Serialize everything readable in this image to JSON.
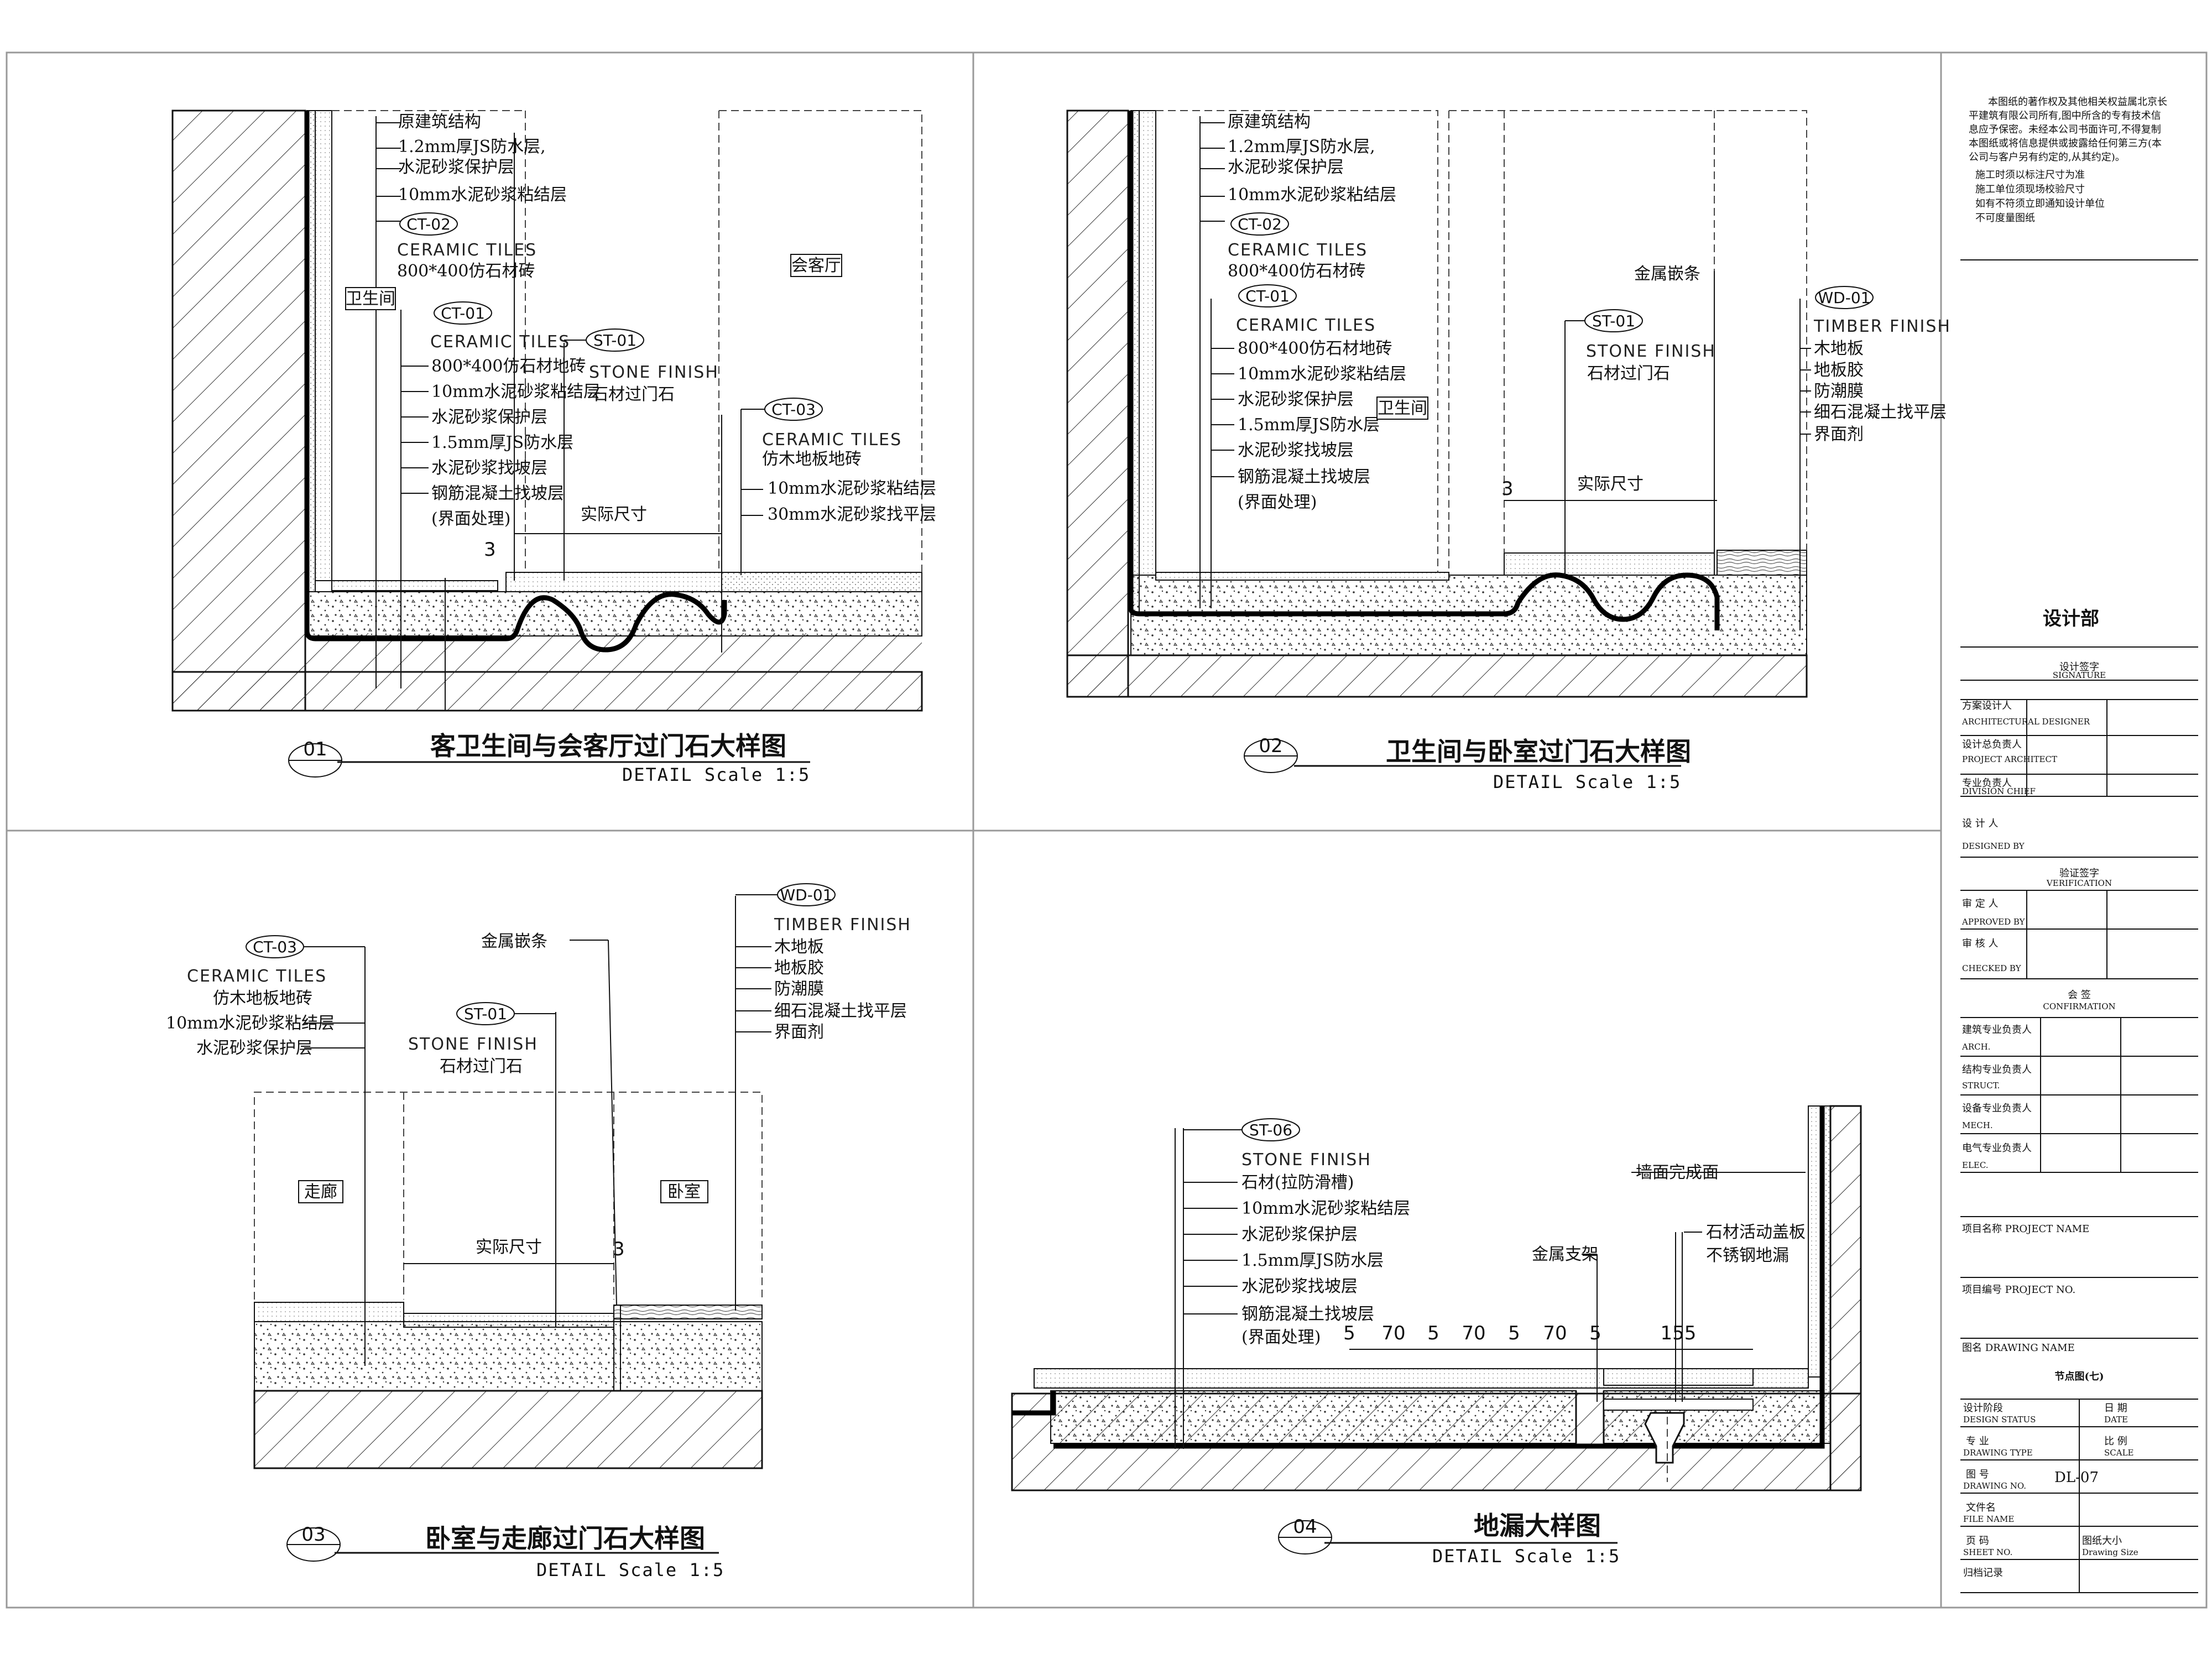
{
  "details": [
    {
      "id": "01",
      "title": "客卫生间与会客厅过门石大样图",
      "subtitle": "DETAIL   Scale 1:5",
      "rooms": [
        "卫生间",
        "会客厅"
      ],
      "leaders_wall": [
        "原建筑结构",
        "1.2mm厚JS防水层,",
        "水泥砂浆保护层",
        "10mm水泥砂浆粘结层"
      ],
      "ct02": {
        "tag": "CT-02",
        "en": "CERAMIC TILES",
        "cn": "800*400仿石材砖"
      },
      "ct01": {
        "tag": "CT-01",
        "en": "CERAMIC TILES",
        "items": [
          "800*400仿石材地砖",
          "10mm水泥砂浆粘结层",
          "水泥砂浆保护层",
          "1.5mm厚JS防水层",
          "水泥砂浆找坡层",
          "钢筋混凝土找坡层",
          "(界面处理)"
        ]
      },
      "st01": {
        "tag": "ST-01",
        "en": "STONE FINISH",
        "cn": "石材过门石"
      },
      "ct03": {
        "tag": "CT-03",
        "en": "CERAMIC TILES",
        "cn": "仿木地板地砖",
        "items": [
          "10mm水泥砂浆粘结层",
          "30mm水泥砂浆找平层"
        ]
      },
      "dim": "实际尺寸",
      "dim_small": "3"
    },
    {
      "id": "02",
      "title": "卫生间与卧室过门石大样图",
      "subtitle": "DETAIL   Scale 1:5",
      "rooms": [
        "卫生间"
      ],
      "leaders_wall": [
        "原建筑结构",
        "1.2mm厚JS防水层,",
        "水泥砂浆保护层",
        "10mm水泥砂浆粘结层"
      ],
      "ct02": {
        "tag": "CT-02",
        "en": "CERAMIC TILES",
        "cn": "800*400仿石材砖"
      },
      "ct01": {
        "tag": "CT-01",
        "en": "CERAMIC TILES",
        "items": [
          "800*400仿石材地砖",
          "10mm水泥砂浆粘结层",
          "水泥砂浆保护层",
          "1.5mm厚JS防水层",
          "水泥砂浆找坡层",
          "钢筋混凝土找坡层",
          "(界面处理)"
        ]
      },
      "st01": {
        "tag": "ST-01",
        "en": "STONE FINISH",
        "cn": "石材过门石"
      },
      "metal": "金属嵌条",
      "wd01": {
        "tag": "WD-01",
        "en": "TIMBER FINISH",
        "items": [
          "木地板",
          "地板胶",
          "防潮膜",
          "细石混凝土找平层",
          "界面剂"
        ]
      },
      "dim": "实际尺寸",
      "dim_small": "3"
    },
    {
      "id": "03",
      "title": "卧室与走廊过门石大样图",
      "subtitle": "DETAIL   Scale 1:5",
      "rooms": [
        "走廊",
        "卧室"
      ],
      "ct03": {
        "tag": "CT-03",
        "en": "CERAMIC TILES",
        "cn": "仿木地板地砖",
        "items": [
          "10mm水泥砂浆粘结层",
          "水泥砂浆保护层"
        ]
      },
      "metal": "金属嵌条",
      "st01": {
        "tag": "ST-01",
        "en": "STONE FINISH",
        "cn": "石材过门石"
      },
      "wd01": {
        "tag": "WD-01",
        "en": "TIMBER FINISH",
        "items": [
          "木地板",
          "地板胶",
          "防潮膜",
          "细石混凝土找平层",
          "界面剂"
        ]
      },
      "dim": "实际尺寸",
      "dim_small": "3"
    },
    {
      "id": "04",
      "title": "地漏大样图",
      "subtitle": "DETAIL   Scale 1:5",
      "st06": {
        "tag": "ST-06",
        "en": "STONE FINISH",
        "items": [
          "石材(拉防滑槽)",
          "10mm水泥砂浆粘结层",
          "水泥砂浆保护层",
          "1.5mm厚JS防水层",
          "水泥砂浆找坡层",
          "钢筋混凝土找坡层",
          "(界面处理)"
        ]
      },
      "wall_finish": "墙面完成面",
      "cover": "石材活动盖板",
      "drain": "不锈钢地漏",
      "bracket": "金属支架",
      "dims": [
        "5",
        "70",
        "5",
        "70",
        "5",
        "70",
        "5",
        "155"
      ]
    }
  ],
  "title_block": {
    "notes": [
      "本图纸的著作权及其他相关权益属北京长",
      "平建筑有限公司所有,图中所含的专有技术信",
      "息应予保密。未经本公司书面许可,不得复制",
      "本图纸或将信息提供或披露给任何第三方(本",
      "公司与客户另有约定的,从其约定)。",
      "施工时须以标注尺寸为准",
      "施工单位须现场校验尺寸",
      "如有不符须立即通知设计单位",
      "不可度量图纸"
    ],
    "dept": "设计部",
    "signature_cn": "设计签字",
    "signature_en": "SIGNATURE",
    "sign_rows": [
      {
        "cn": "方案设计人",
        "en": "ARCHITECTURAL DESIGNER"
      },
      {
        "cn": "设计总负责人",
        "en": "PROJECT ARCHITECT"
      },
      {
        "cn": "专业负责人",
        "en": "DIVISION CHIEF"
      },
      {
        "cn": "设 计 人",
        "en": "DESIGNED BY"
      }
    ],
    "verification_cn": "验证签字",
    "verification_en": "VERIFICATION",
    "verify_rows": [
      {
        "cn": "审 定 人",
        "en": "APPROVED BY"
      },
      {
        "cn": "审 核 人",
        "en": "CHECKED BY"
      }
    ],
    "confirmation_cn": "会 签",
    "confirmation_en": "CONFIRMATION",
    "confirm_rows": [
      {
        "cn": "建筑专业负责人",
        "en": "ARCH."
      },
      {
        "cn": "结构专业负责人",
        "en": "STRUCT."
      },
      {
        "cn": "设备专业负责人",
        "en": "MECH."
      },
      {
        "cn": "电气专业负责人",
        "en": "ELEC."
      }
    ],
    "project_name": "项目名称  PROJECT NAME",
    "project_no": "项目编号  PROJECT NO.",
    "drawing_name": "图名  DRAWING NAME",
    "drawing_title": "节点图(七)",
    "design_status_cn": "设计阶段",
    "design_status_en": "DESIGN STATUS",
    "date_cn": "日 期",
    "date_en": "DATE",
    "drawing_type_cn": "专 业",
    "drawing_type_en": "DRAWING TYPE",
    "scale_cn": "比 例",
    "scale_en": "SCALE",
    "drawing_no_cn": "图 号",
    "drawing_no_en": "DRAWING NO.",
    "drawing_no": "DL-07",
    "file_name_cn": "文件名",
    "file_name_en": "FILE NAME",
    "sheet_no_cn": "页 码",
    "sheet_no_en": "SHEET NO.",
    "size_cn": "图纸大小",
    "size_en": "Drawing Size",
    "archive": "归档记录"
  }
}
